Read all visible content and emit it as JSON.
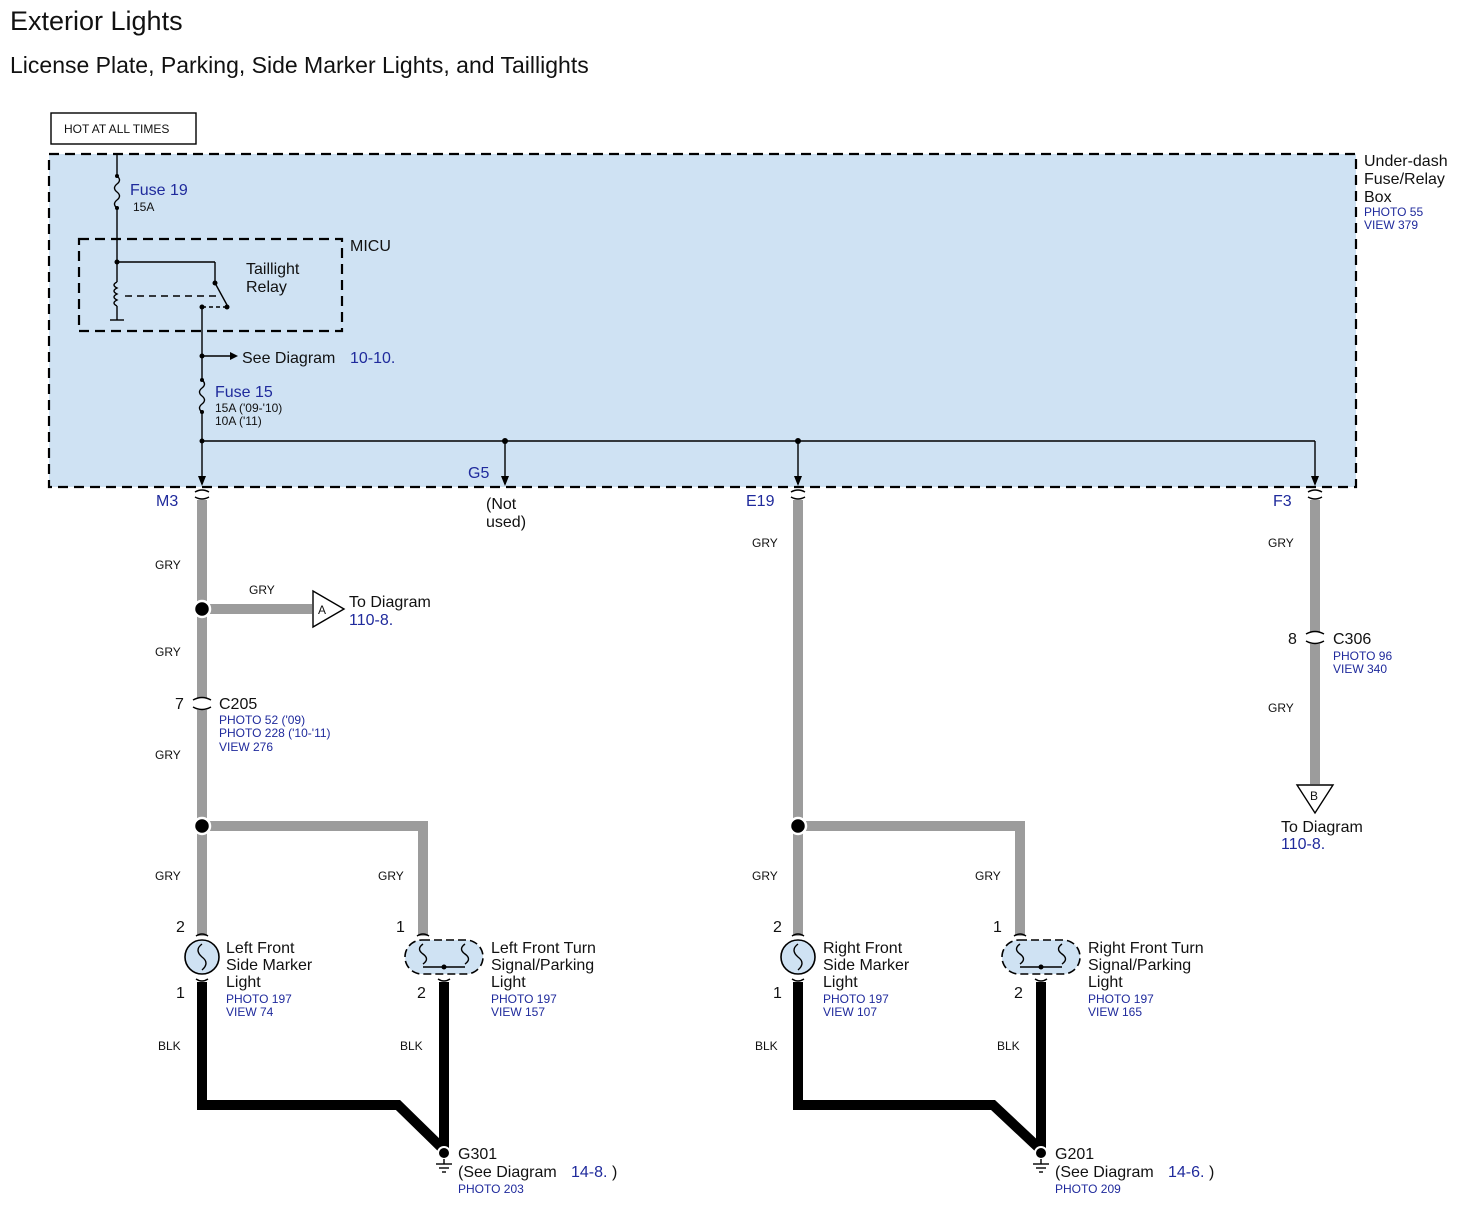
{
  "header": {
    "title": "Exterior Lights",
    "subtitle": "License Plate, Parking, Side Marker Lights, and Taillights"
  },
  "colors": {
    "box_fill": "#cfe2f3",
    "text_blue": "#1f2a9c",
    "wire_gry": "#9c9c9c",
    "wire_blk": "#000000"
  },
  "hot_label": "HOT AT ALL TIMES",
  "fuse_box": {
    "name": [
      "Under-dash",
      "Fuse/Relay",
      "Box"
    ],
    "photo": "PHOTO 55",
    "view": "VIEW 379"
  },
  "fuse19": {
    "name": "Fuse 19",
    "rating": "15A"
  },
  "micu": {
    "name": "MICU",
    "relay_name": [
      "Taillight",
      "Relay"
    ]
  },
  "see_diagram": {
    "prefix": "See Diagram",
    "ref": "10-10."
  },
  "fuse15": {
    "name": "Fuse 15",
    "rating1": "15A ('09-'10)",
    "rating2": "10A ('11)"
  },
  "terminals": {
    "m3": "M3",
    "g5": "G5",
    "g5_note": [
      "(Not",
      "used)"
    ],
    "e19": "E19",
    "f3": "F3"
  },
  "wire_labels": {
    "gry": "GRY",
    "blk": "BLK"
  },
  "to_diagram_a": {
    "letter": "A",
    "text": "To Diagram",
    "ref": "110-8."
  },
  "to_diagram_b": {
    "letter": "B",
    "text": "To Diagram",
    "ref": "110-8."
  },
  "c205": {
    "name": "C205",
    "pin": "7",
    "photo1": "PHOTO 52 ('09)",
    "photo2": "PHOTO 228 ('10-'11)",
    "view": "VIEW 276"
  },
  "c306": {
    "name": "C306",
    "pin": "8",
    "photo": "PHOTO 96",
    "view": "VIEW 340"
  },
  "left_side_marker": {
    "name": [
      "Left Front",
      "Side Marker",
      "Light"
    ],
    "photo": "PHOTO 197",
    "view": "VIEW 74",
    "pin_top": "2",
    "pin_bottom": "1"
  },
  "left_turn": {
    "name": [
      "Left Front Turn",
      "Signal/Parking",
      "Light"
    ],
    "photo": "PHOTO 197",
    "view": "VIEW 157",
    "pin_top": "1",
    "pin_bottom": "2"
  },
  "right_side_marker": {
    "name": [
      "Right Front",
      "Side Marker",
      "Light"
    ],
    "photo": "PHOTO 197",
    "view": "VIEW 107",
    "pin_top": "2",
    "pin_bottom": "1"
  },
  "right_turn": {
    "name": [
      "Right Front Turn",
      "Signal/Parking",
      "Light"
    ],
    "photo": "PHOTO 197",
    "view": "VIEW 165",
    "pin_top": "1",
    "pin_bottom": "2"
  },
  "g301": {
    "name": "G301",
    "see_prefix": "(See Diagram",
    "ref": "14-8.",
    "close": ")",
    "photo": "PHOTO 203"
  },
  "g201": {
    "name": "G201",
    "see_prefix": "(See Diagram",
    "ref": "14-6.",
    "close": ")",
    "photo": "PHOTO 209"
  }
}
